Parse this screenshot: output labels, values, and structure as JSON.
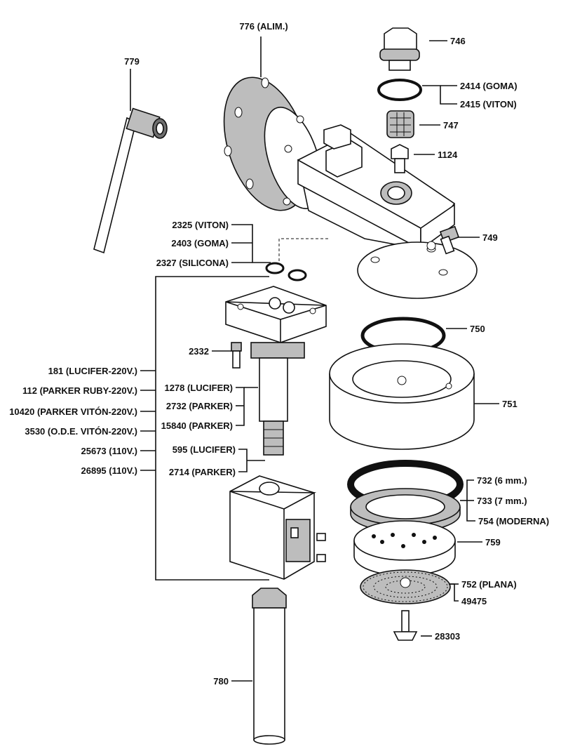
{
  "labels": {
    "p776": "776 (ALIM.)",
    "p779": "779",
    "p746": "746",
    "p2414": "2414 (GOMA)",
    "p2415": "2415 (VITON)",
    "p747": "747",
    "p1124": "1124",
    "p749": "749",
    "p2325": "2325 (VITON)",
    "p2403": "2403 (GOMA)",
    "p2327": "2327 (SILICONA)",
    "p750": "750",
    "p2332": "2332",
    "p181": "181 (LUCIFER-220V.)",
    "p112": "112 (PARKER RUBY-220V.)",
    "p10420": "10420 (PARKER VITÓN-220V.)",
    "p3530": "3530 (O.D.E. VITÓN-220V.)",
    "p25673": "25673 (110V.)",
    "p26895": "26895 (110V.)",
    "p1278": "1278 (LUCIFER)",
    "p2732": "2732 (PARKER)",
    "p15840": "15840 (PARKER)",
    "p751": "751",
    "p595": "595 (LUCIFER)",
    "p2714": "2714 (PARKER)",
    "p732": "732 (6 mm.)",
    "p733": "733 (7 mm.)",
    "p754": "754 (MODERNA)",
    "p759": "759",
    "p752": "752 (PLANA)",
    "p49475": "49475",
    "p28303": "28303",
    "p780": "780"
  },
  "icons": {
    "parts": [
      "cap-nut-746",
      "o-ring-2414",
      "filter-747",
      "jet-1124",
      "group-body-776",
      "pipe-779",
      "screw-749",
      "o-rings-2325",
      "valve-base",
      "screw-2332",
      "valve-stem",
      "coil",
      "ring-750",
      "bell-751",
      "gasket-732",
      "spacer-733",
      "diffuser-759",
      "shower-screen-752",
      "screw-28303",
      "tube-780"
    ]
  }
}
